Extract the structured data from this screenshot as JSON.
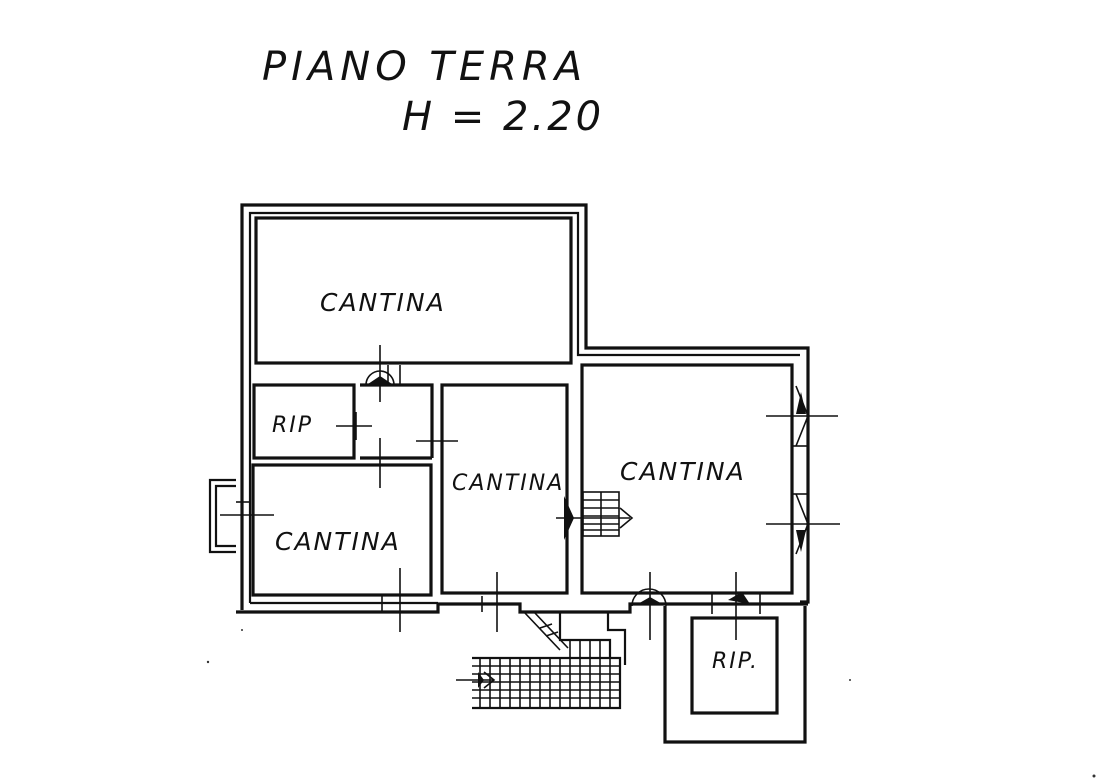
{
  "plan": {
    "title": "PIANO      TERRA",
    "height_label": "H = 2.20",
    "rooms": [
      {
        "id": "cantina-top",
        "label": "CANTINA"
      },
      {
        "id": "rip-left",
        "label": "RIP"
      },
      {
        "id": "cantina-middle",
        "label": "CANTINA"
      },
      {
        "id": "cantina-right",
        "label": "CANTINA"
      },
      {
        "id": "cantina-bottom-left",
        "label": "CANTINA"
      },
      {
        "id": "rip-bottom-right",
        "label": "RIP."
      }
    ]
  }
}
